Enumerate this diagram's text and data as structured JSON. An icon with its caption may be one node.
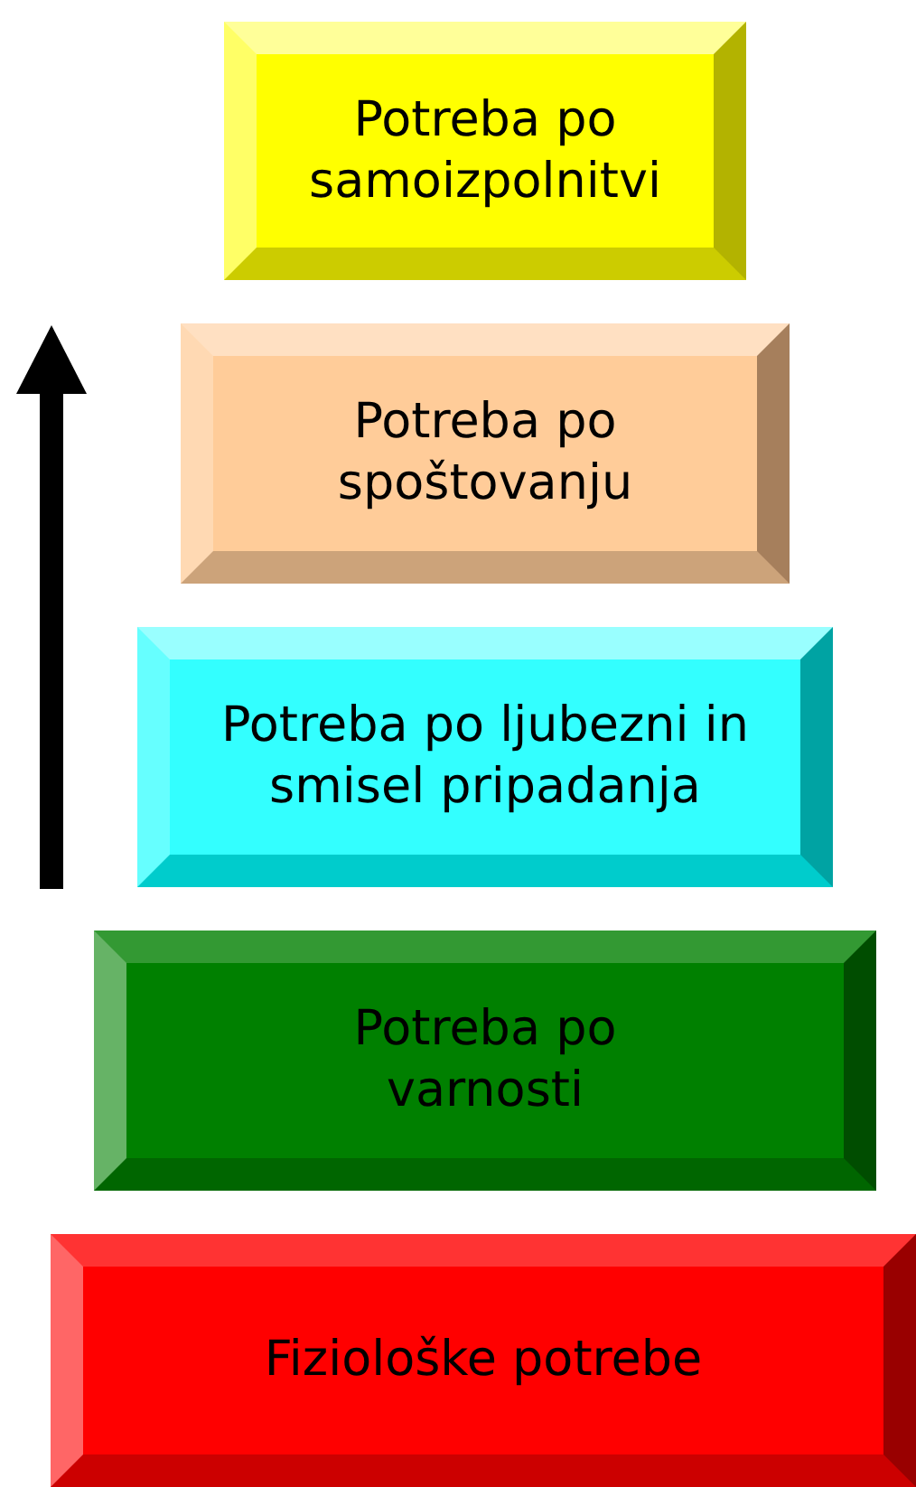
{
  "diagram": {
    "nodes": [
      {
        "text": [
          "Potreba po samoizpolnitvi"
        ]
      },
      {
        "text": [
          "Potreba po spoštovanju"
        ]
      },
      {
        "text": [
          "Potreba po ljubezni in smisel pripadanja"
        ]
      },
      {
        "text": [
          "Potreba po varnosti"
        ]
      },
      {
        "text": [
          "Fiziološke potrebe"
        ]
      }
    ],
    "edges": []
  }
}
